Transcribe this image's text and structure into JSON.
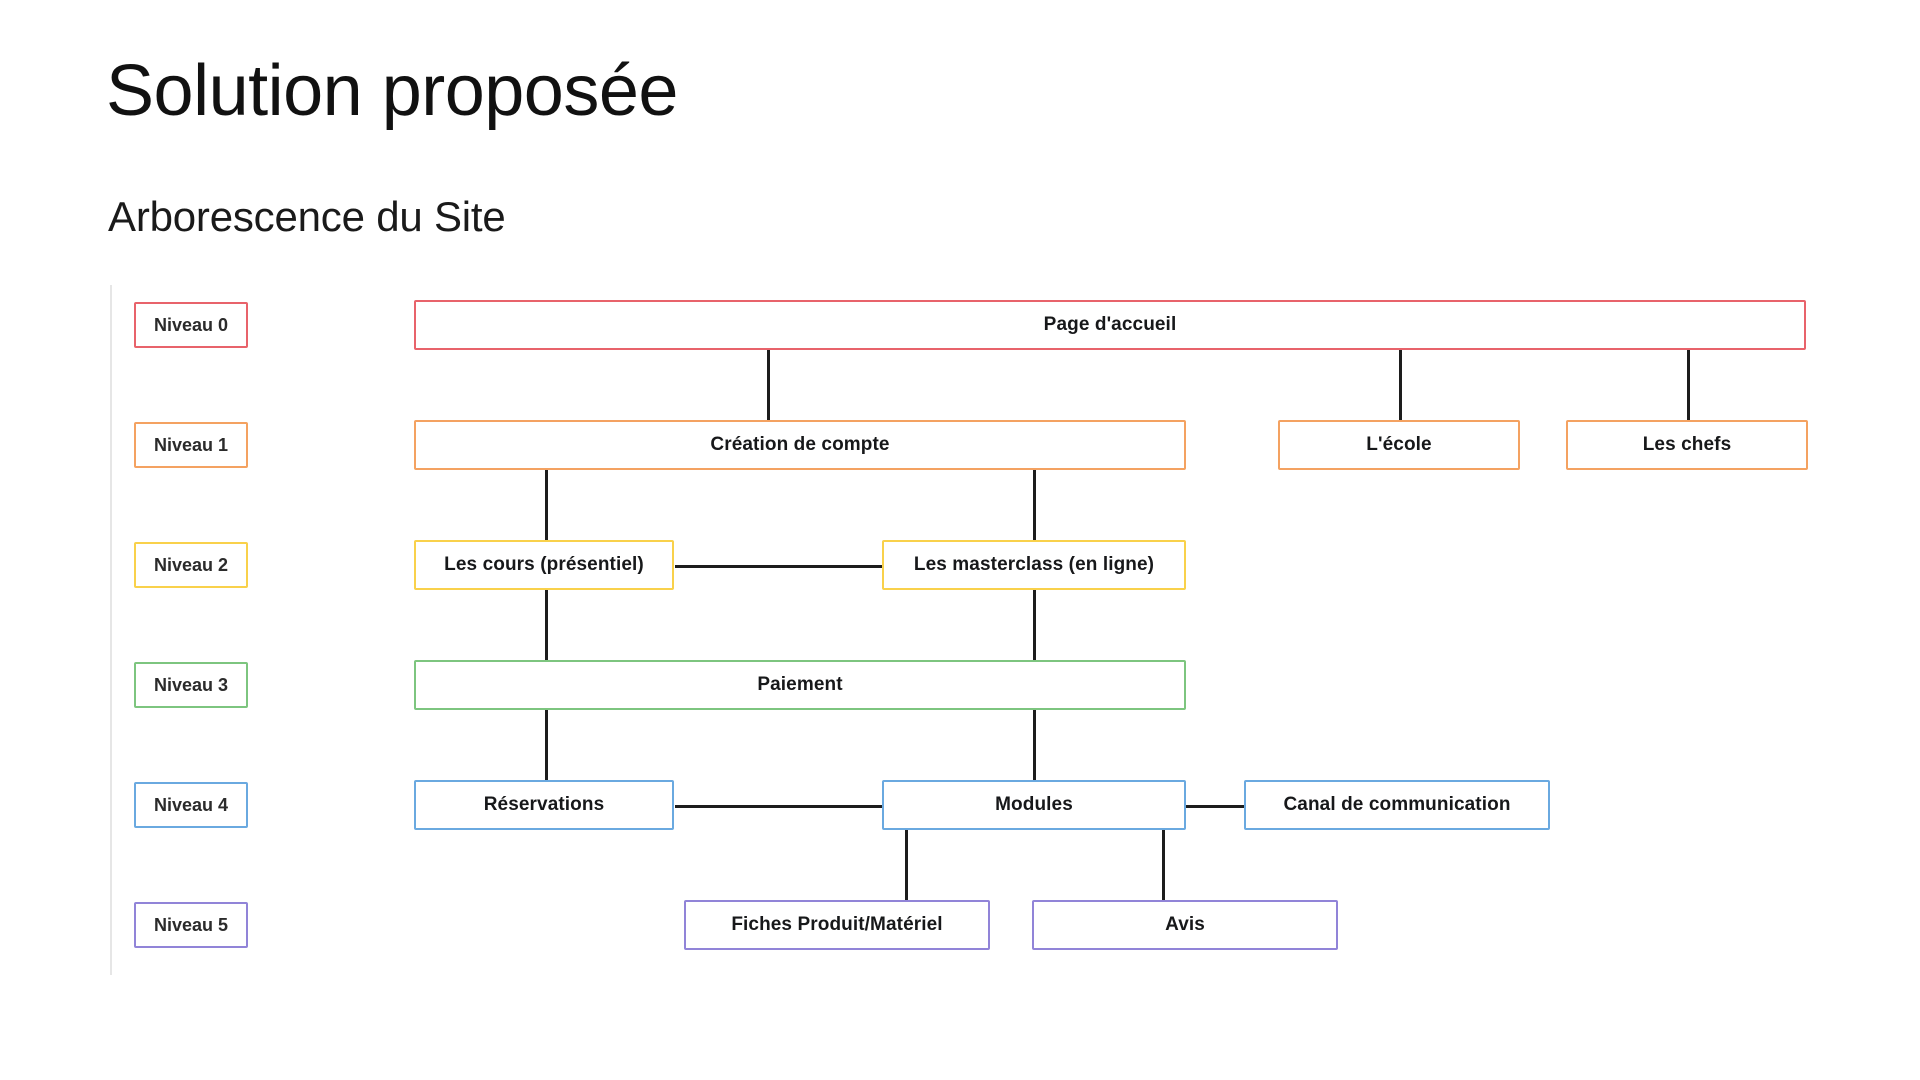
{
  "slide": {
    "title": "Solution proposée",
    "subtitle": "Arborescence du Site"
  },
  "palette": {
    "level0": "#e8636b",
    "level1": "#f5a košice",
    "level1_color": "#f4a261",
    "level2": "#f9d14b",
    "level3": "#7dc57f",
    "level4": "#6aa9e0",
    "level5": "#9184d8",
    "connector": "#1d1d1d",
    "rule": "#e6e6e6",
    "text": "#17181a"
  },
  "levels": [
    {
      "id": "level-0",
      "label": "Niveau 0",
      "color": "#e8636b"
    },
    {
      "id": "level-1",
      "label": "Niveau 1",
      "color": "#f4a261"
    },
    {
      "id": "level-2",
      "label": "Niveau 2",
      "color": "#f9d14b"
    },
    {
      "id": "level-3",
      "label": "Niveau 3",
      "color": "#7dc57f"
    },
    {
      "id": "level-4",
      "label": "Niveau 4",
      "color": "#6aa9e0"
    },
    {
      "id": "level-5",
      "label": "Niveau 5",
      "color": "#9184d8"
    }
  ],
  "nodes": {
    "page_accueil": "Page d'accueil",
    "creation_compte": "Création de compte",
    "ecole": "L'école",
    "chefs": "Les chefs",
    "cours": "Les cours (présentiel)",
    "masterclass": "Les masterclass (en ligne)",
    "paiement": "Paiement",
    "reservations": "Réservations",
    "modules": "Modules",
    "canal": "Canal de communication",
    "fiches": "Fiches Produit/Matériel",
    "avis": "Avis"
  },
  "chart_data": {
    "type": "diagram",
    "title": "Arborescence du Site",
    "levels": [
      "Niveau 0",
      "Niveau 1",
      "Niveau 2",
      "Niveau 3",
      "Niveau 4",
      "Niveau 5"
    ],
    "nodes": [
      {
        "id": "page_accueil",
        "label": "Page d'accueil",
        "level": 0,
        "color": "#e8636b"
      },
      {
        "id": "creation_compte",
        "label": "Création de compte",
        "level": 1,
        "color": "#f4a261"
      },
      {
        "id": "ecole",
        "label": "L'école",
        "level": 1,
        "color": "#f4a261"
      },
      {
        "id": "chefs",
        "label": "Les chefs",
        "level": 1,
        "color": "#f4a261"
      },
      {
        "id": "cours",
        "label": "Les cours (présentiel)",
        "level": 2,
        "color": "#f9d14b"
      },
      {
        "id": "masterclass",
        "label": "Les masterclass (en ligne)",
        "level": 2,
        "color": "#f9d14b"
      },
      {
        "id": "paiement",
        "label": "Paiement",
        "level": 3,
        "color": "#7dc57f"
      },
      {
        "id": "reservations",
        "label": "Réservations",
        "level": 4,
        "color": "#6aa9e0"
      },
      {
        "id": "modules",
        "label": "Modules",
        "level": 4,
        "color": "#6aa9e0"
      },
      {
        "id": "canal",
        "label": "Canal de communication",
        "level": 4,
        "color": "#6aa9e0"
      },
      {
        "id": "fiches",
        "label": "Fiches Produit/Matériel",
        "level": 5,
        "color": "#9184d8"
      },
      {
        "id": "avis",
        "label": "Avis",
        "level": 5,
        "color": "#9184d8"
      }
    ],
    "edges": [
      {
        "from": "page_accueil",
        "to": "creation_compte"
      },
      {
        "from": "page_accueil",
        "to": "ecole"
      },
      {
        "from": "page_accueil",
        "to": "chefs"
      },
      {
        "from": "creation_compte",
        "to": "cours"
      },
      {
        "from": "creation_compte",
        "to": "masterclass"
      },
      {
        "from": "cours",
        "to": "masterclass"
      },
      {
        "from": "cours",
        "to": "paiement"
      },
      {
        "from": "masterclass",
        "to": "paiement"
      },
      {
        "from": "paiement",
        "to": "reservations"
      },
      {
        "from": "paiement",
        "to": "modules"
      },
      {
        "from": "reservations",
        "to": "modules"
      },
      {
        "from": "modules",
        "to": "canal"
      },
      {
        "from": "modules",
        "to": "fiches"
      },
      {
        "from": "modules",
        "to": "avis"
      }
    ]
  }
}
